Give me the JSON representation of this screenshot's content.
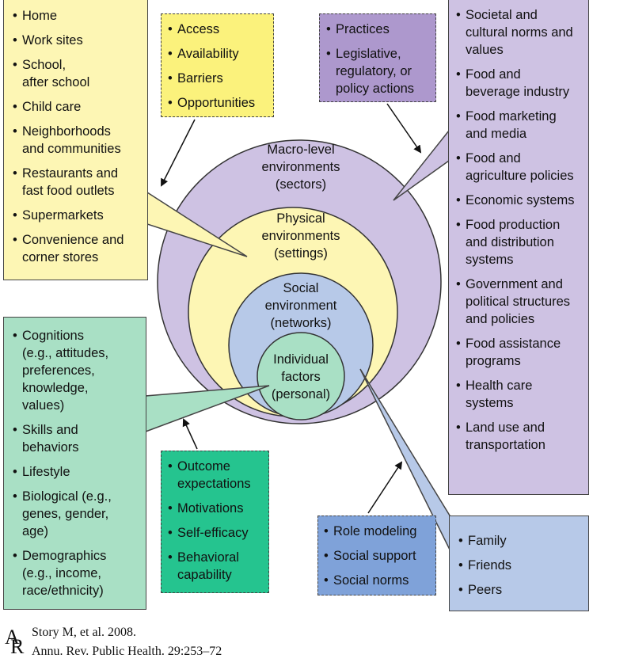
{
  "colors": {
    "yellow": "#fdf6b4",
    "purple": "#cec2e3",
    "purple_dark": "#ad98cd",
    "blue": "#b7c9e8",
    "blue_dark": "#7fa2d9",
    "green": "#a9e0c5",
    "green_dark": "#25c48f",
    "yellow_bright": "#fbf27c"
  },
  "circles": {
    "macro": "Macro-level\nenvironments\n(sectors)",
    "physical": "Physical\nenvironments\n(settings)",
    "social": "Social\nenvironment\n(networks)",
    "individual": "Individual\nfactors\n(personal)"
  },
  "settings_list": [
    "Home",
    "Work sites",
    "School,\nafter school",
    "Child care",
    "Neighborhoods\nand communities",
    "Restaurants and\nfast food outlets",
    "Supermarkets",
    "Convenience and\ncorner stores"
  ],
  "access_list": [
    "Access",
    "Availability",
    "Barriers",
    "Opportunities"
  ],
  "practices_list": [
    "Practices",
    "Legislative,\nregulatory, or\npolicy actions"
  ],
  "sectors_list": [
    "Societal and\ncultural norms and\nvalues",
    "Food and\nbeverage industry",
    "Food marketing\nand media",
    "Food and\nagriculture policies",
    "Economic systems",
    "Food production\nand distribution\nsystems",
    "Government and\npolitical structures\nand policies",
    "Food assistance\nprograms",
    "Health care\nsystems",
    "Land use and\ntransportation"
  ],
  "personal_list": [
    "Cognitions\n(e.g., attitudes,\npreferences,\nknowledge,\nvalues)",
    "Skills and\nbehaviors",
    "Lifestyle",
    "Biological (e.g.,\ngenes, gender,\nage)",
    "Demographics\n(e.g., income,\nrace/ethnicity)"
  ],
  "outcome_list": [
    "Outcome\nexpectations",
    "Motivations",
    "Self-efficacy",
    "Behavioral\ncapability"
  ],
  "social_process_list": [
    "Role modeling",
    "Social support",
    "Social norms"
  ],
  "network_list": [
    "Family",
    "Friends",
    "Peers"
  ],
  "citation": {
    "logo": "AR",
    "line1": "Story M, et al. 2008.",
    "line2": "Annu. Rev. Public Health. 29:253–72"
  }
}
